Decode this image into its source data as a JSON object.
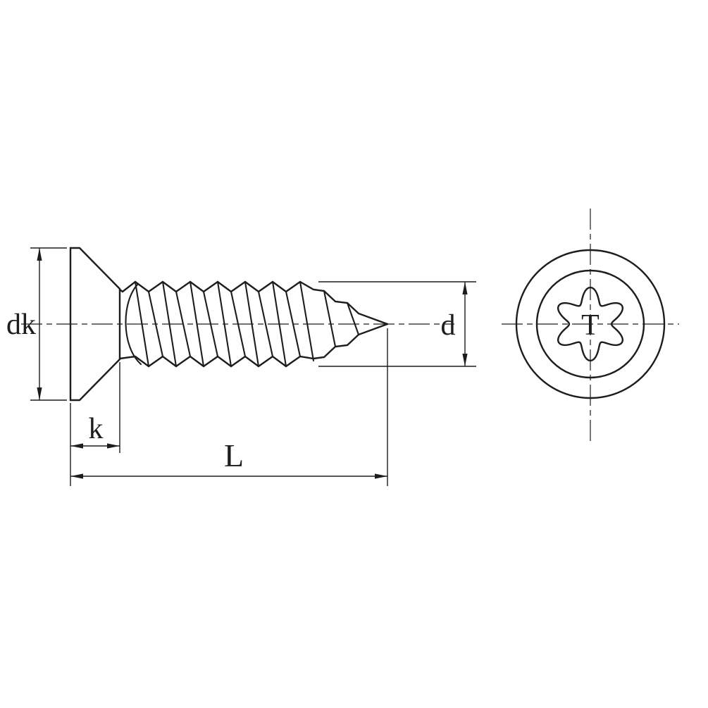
{
  "figure": {
    "type": "technical-drawing",
    "subject": "countersunk-torx-self-tapping-screw",
    "background_color": "#ffffff",
    "line_color": "#1d1d1b",
    "views": {
      "side_view_labels": {
        "head_diameter": "dk",
        "thread_diameter": "d",
        "head_height": "k",
        "total_length": "L"
      },
      "front_view_labels": {
        "drive_size": "T"
      }
    }
  }
}
